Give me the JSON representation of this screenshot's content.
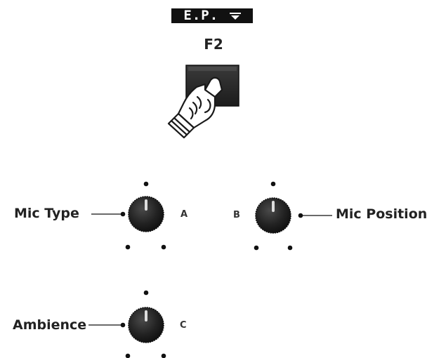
{
  "function_button": {
    "display_tag": "E.P.",
    "key_label": "F2"
  },
  "knobs": [
    {
      "id": "A",
      "letter": "A",
      "label": "Mic Type"
    },
    {
      "id": "B",
      "letter": "B",
      "label": "Mic Position"
    },
    {
      "id": "C",
      "letter": "C",
      "label": "Ambience"
    }
  ],
  "colors": {
    "button_dark": "#2a2a2a",
    "knob_dark": "#1e1e1e",
    "tag_bg": "#111111",
    "text": "#222222"
  },
  "icons": {
    "tag_dropdown": "triangle-down-icon",
    "hand": "pointing-hand-icon"
  }
}
